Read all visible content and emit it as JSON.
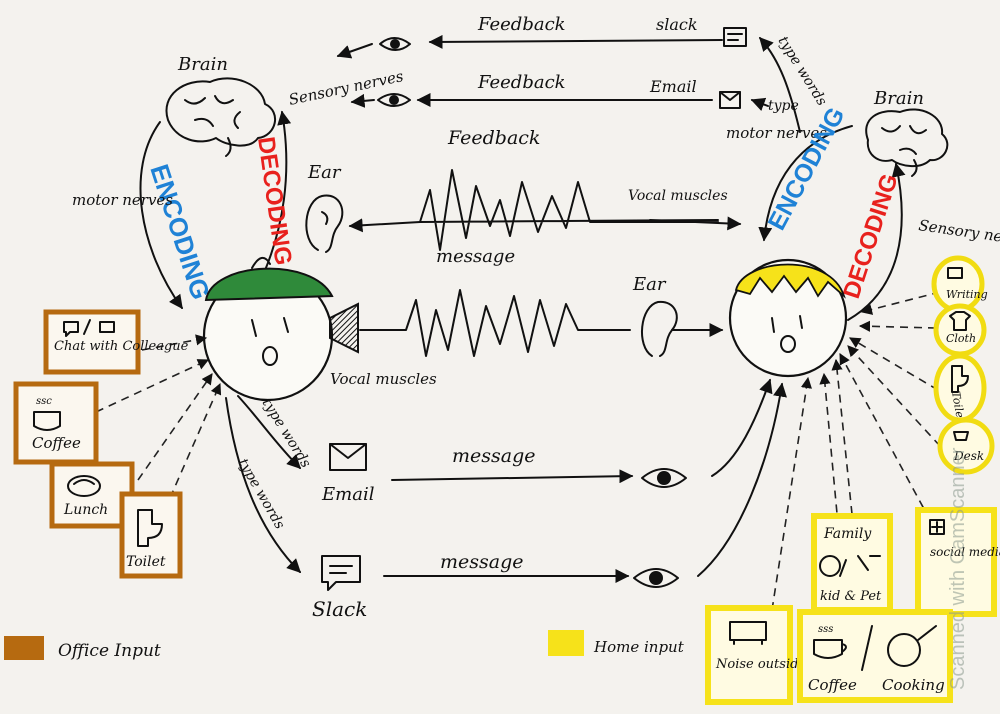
{
  "labels": {
    "brain_left": "Brain",
    "brain_right": "Brain",
    "encoding_left": "ENCODING",
    "decoding_left": "DECODING",
    "encoding_right": "ENCODING",
    "decoding_right": "DECODING",
    "sensory_nerves_left": "Sensory nerves",
    "sensory_nerves_right": "Sensory nerves",
    "motor_nerves_left": "motor nerves",
    "motor_nerves_right": "motor nerves",
    "ear_left": "Ear",
    "ear_right": "Ear",
    "feedback_top": "Feedback",
    "slack_top": "slack",
    "feedback_mid": "Feedback",
    "email_top": "Email",
    "feedback_center": "Feedback",
    "type_words_top": "type words",
    "type_mid": "type",
    "vocal_muscles_right": "Vocal muscles",
    "message_upper": "message",
    "vocal_muscles_left": "Vocal muscles",
    "type_words_email": "type words",
    "type_words_slack": "type words",
    "email_bottom": "Email",
    "message_email": "message",
    "slack_bottom": "Slack",
    "message_slack": "message",
    "watermark": "Scanned with CamScanner"
  },
  "office_cards": {
    "chat": "Chat with Colleague",
    "coffee": "Coffee",
    "lunch": "Lunch",
    "toilet": "Toilet"
  },
  "home_cards": {
    "writing": "Writing",
    "cloth": "Cloth",
    "toilet": "Toilet",
    "desk": "Desk",
    "family": "Family",
    "kid_pet": "kid & Pet",
    "social": "social media / chat with friends",
    "noise": "Noise outside",
    "coffee": "Coffee",
    "cooking": "Cooking"
  },
  "legend": {
    "office_label": "Office Input",
    "home_label": "Home input",
    "office_color": "#b66a10",
    "home_color": "#f6e21a"
  }
}
